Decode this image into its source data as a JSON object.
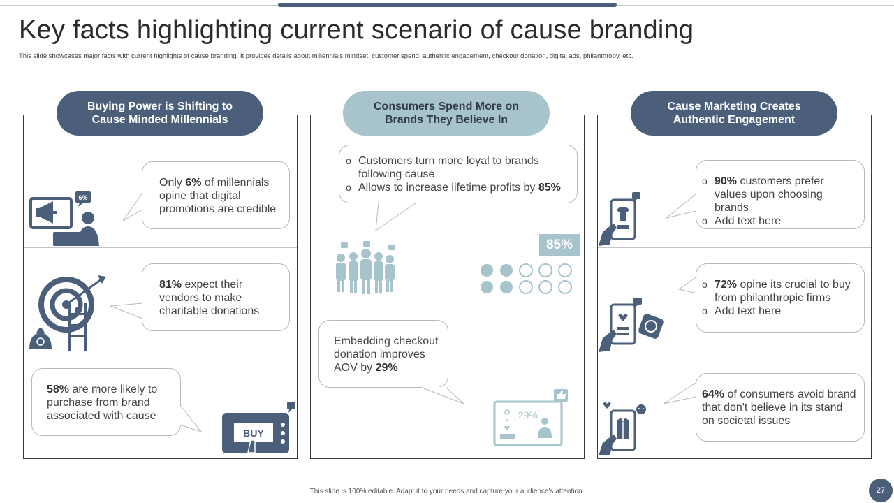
{
  "slide": {
    "title": "Key facts highlighting current scenario of cause branding",
    "subtitle": "This slide showcases major facts with current highlights of cause branding. It provides details about millennials  mindset, customer spend, authentic engagement,  checkout donation,  digital ads, philanthropy, etc.",
    "footer": "This slide is 100% editable.  Adapt it to your needs and capture your audience's attention.",
    "page_number": "27"
  },
  "colors": {
    "dark": "#4b5f7a",
    "light": "#a7c3cb",
    "border": "#3a3a3a"
  },
  "columns": [
    {
      "header_line1": "Buying Power is Shifting to",
      "header_line2": "Cause Minded Millennials",
      "items": [
        {
          "pre": "Only ",
          "bold": "6%",
          "post": " of millennials opine that digital promotions are credible",
          "icon": "digital-ad-laptop-icon",
          "icon_label": "6%"
        },
        {
          "pre": "",
          "bold": "81%",
          "post": " expect their vendors to make charitable donations",
          "icon": "target-ladder-icon"
        },
        {
          "pre": "",
          "bold": "58%",
          "post": " are more likely to purchase from brand associated with cause",
          "icon": "buy-tablet-icon",
          "icon_label": "BUY"
        }
      ]
    },
    {
      "header_line1": "Consumers Spend More on",
      "header_line2": "Brands They Believe In",
      "bullets": [
        {
          "pre": "Customers turn more loyal to brands following cause",
          "bold": ""
        },
        {
          "pre": "Allows to increase lifetime profits by ",
          "bold": "85%"
        }
      ],
      "stat_badge": "85%",
      "item2": {
        "pre": "Embedding checkout donation improves AOV by ",
        "bold": "29%"
      },
      "monitor_label": "29%"
    },
    {
      "header_line1": "Cause Marketing Creates",
      "header_line2": "Authentic Engagement",
      "items": [
        {
          "bold": "90%",
          "post": " customers prefer values upon choosing brands",
          "bullet2": "Add text here",
          "icon": "phone-shirt-icon"
        },
        {
          "bold": "72%",
          "post": " opine its crucial to buy from philanthropic firms",
          "bullet2": "Add text here",
          "icon": "phone-charity-icon"
        },
        {
          "bold": "64%",
          "post": " of consumers avoid brand that don't believe in its stand on societal issues",
          "icon": "phone-jacket-icon"
        }
      ]
    }
  ]
}
